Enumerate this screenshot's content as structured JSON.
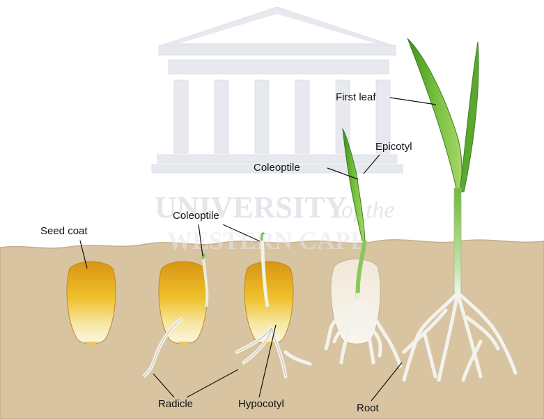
{
  "colors": {
    "soil": "#d8c3a0",
    "soil_edge": "#c4ab84",
    "seed_gold": "#e3a51c",
    "seed_light": "#f7f0c8",
    "leaf_green": "#5da832",
    "leaf_light": "#9fd15d",
    "root_white": "#f4f4ef",
    "watermark": "#e4e6ec"
  },
  "watermark": {
    "line1": "UNIVERSITY",
    "line1_suffix": "of the",
    "line2": "WESTERN CAPE"
  },
  "labels": {
    "seed_coat": "Seed coat",
    "coleoptile_stage2": "Coleoptile",
    "coleoptile_stage4": "Coleoptile",
    "epicotyl": "Epicotyl",
    "first_leaf": "First leaf",
    "radicle": "Radicle",
    "hypocotyl": "Hypocotyl",
    "root": "Root"
  },
  "stages": [
    "seed",
    "radicle-emerging",
    "coleoptile-emerging",
    "seedling",
    "young-plant"
  ],
  "icons": [
    "seed-icon",
    "leaf-icon",
    "root-icon",
    "university-building-icon"
  ]
}
